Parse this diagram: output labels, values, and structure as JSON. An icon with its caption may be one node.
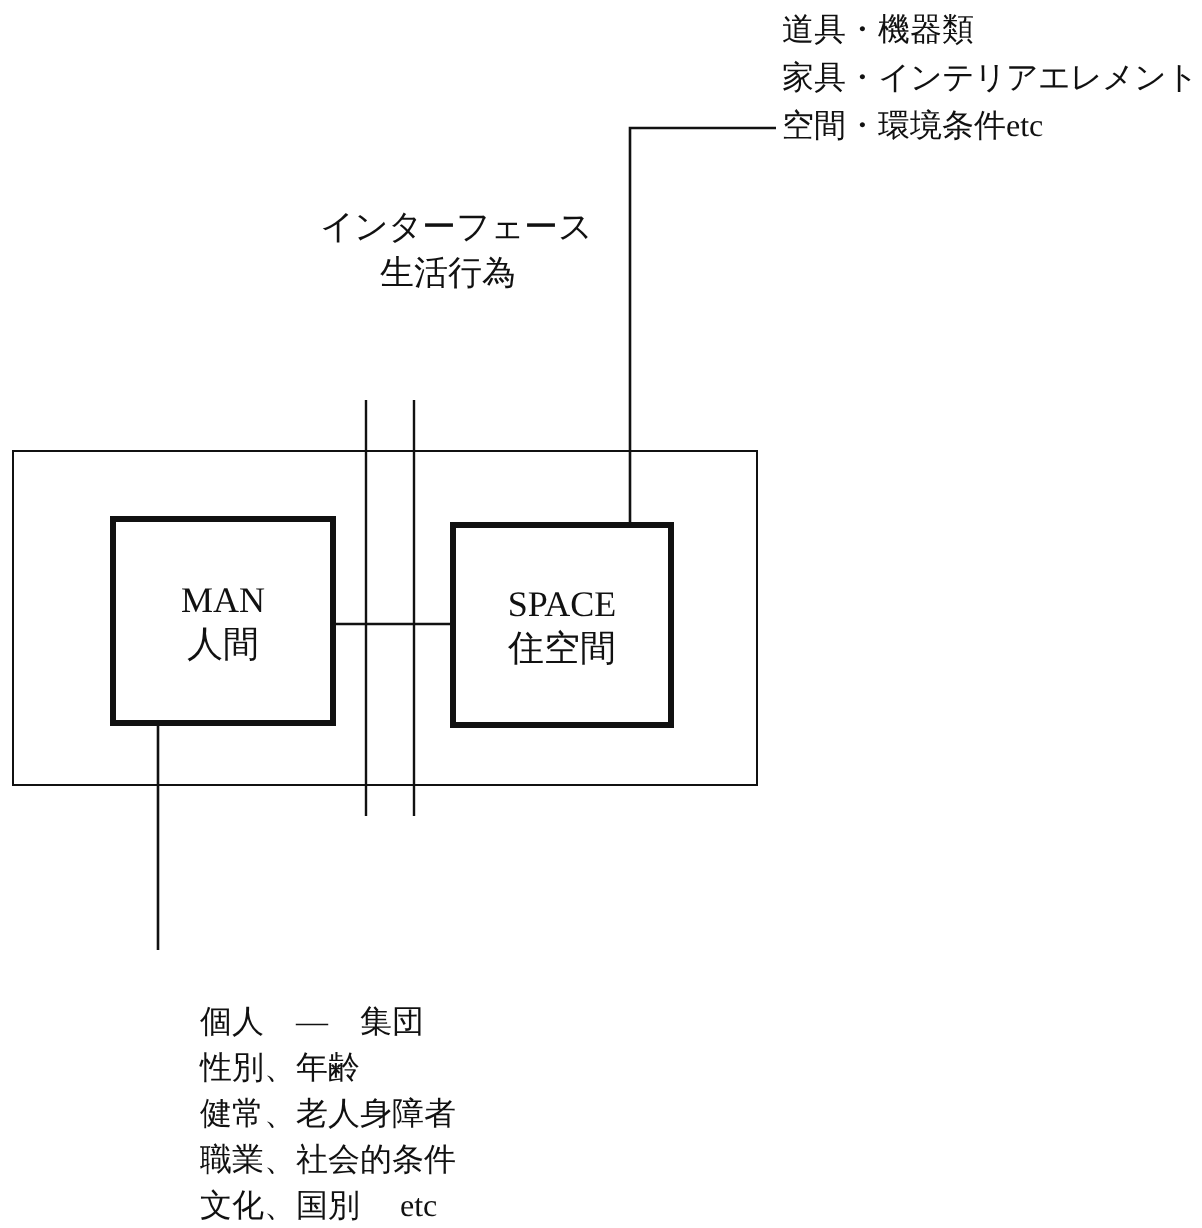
{
  "diagram": {
    "nodes": [
      {
        "text": [],
        "shape": "box"
      },
      {
        "text": [
          "MAN",
          "人間"
        ],
        "in": 0
      },
      {
        "text": [
          "SPACE",
          "住空間"
        ],
        "in": 0
      },
      {
        "text": [
          "道具・機器類",
          "家具・インテリアエレメント",
          "空間・環境条件etc"
        ]
      },
      {
        "text": [
          "個人　—　集団",
          "性別、年齢",
          "健常、老人身障者",
          "職業、社会的条件",
          "文化、国別　 etc"
        ]
      }
    ],
    "edges": [
      {
        "from": 1,
        "to": 2,
        "arrow": "none"
      },
      {
        "from": 3,
        "to": 2,
        "arrow": "none"
      },
      {
        "from": 4,
        "to": 1,
        "arrow": "none"
      }
    ],
    "labels": [
      "インターフェース",
      "生活行為"
    ]
  }
}
